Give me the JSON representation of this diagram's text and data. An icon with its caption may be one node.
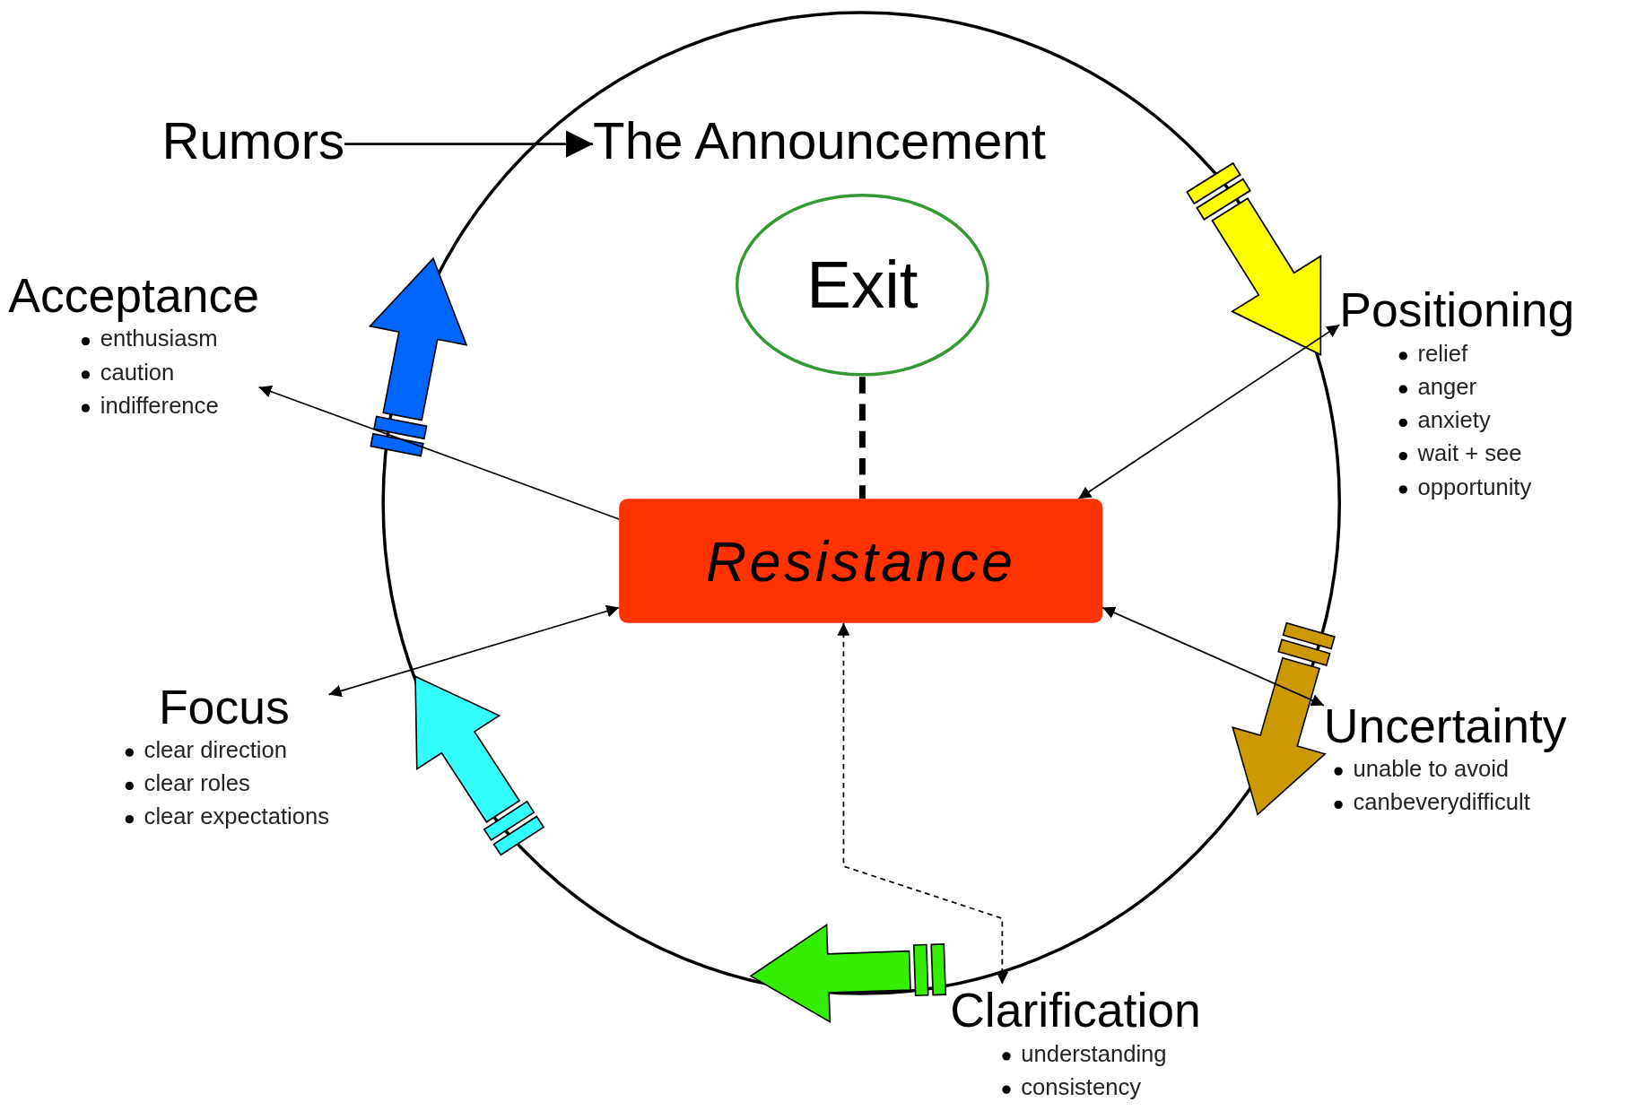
{
  "diagram": {
    "nodes": [
      {
        "text": [
          "Rumors"
        ]
      },
      {
        "text": [
          "The Announcement"
        ]
      },
      {
        "text": [
          "Exit"
        ]
      },
      {
        "text": [
          "Resistance"
        ]
      },
      {
        "text": [
          "Positioning",
          "relief",
          "anger",
          "anxiety",
          "wait + see",
          "opportunity"
        ]
      },
      {
        "text": [
          "Uncertainty",
          "unable to avoid",
          "canbeverydifficult"
        ]
      },
      {
        "text": [
          "Clarification",
          "understanding",
          "consistency"
        ]
      },
      {
        "text": [
          "Focus",
          "clear direction",
          "clear roles",
          "clear expectations"
        ]
      },
      {
        "text": [
          "Acceptance",
          "enthusiasm",
          "caution",
          "indifference"
        ]
      }
    ],
    "edges": [
      {
        "from": 0,
        "to": 1,
        "arrow": "to"
      },
      {
        "from": 2,
        "to": 3,
        "arrow": "none",
        "style": "dashed"
      },
      {
        "from": 3,
        "to": 4,
        "arrow": "both"
      },
      {
        "from": 3,
        "to": 5,
        "arrow": "both"
      },
      {
        "from": 3,
        "to": 6,
        "arrow": "both",
        "style": "dashed"
      },
      {
        "from": 3,
        "to": 7,
        "arrow": "both"
      },
      {
        "from": 3,
        "to": 8,
        "arrow": "to"
      }
    ]
  }
}
